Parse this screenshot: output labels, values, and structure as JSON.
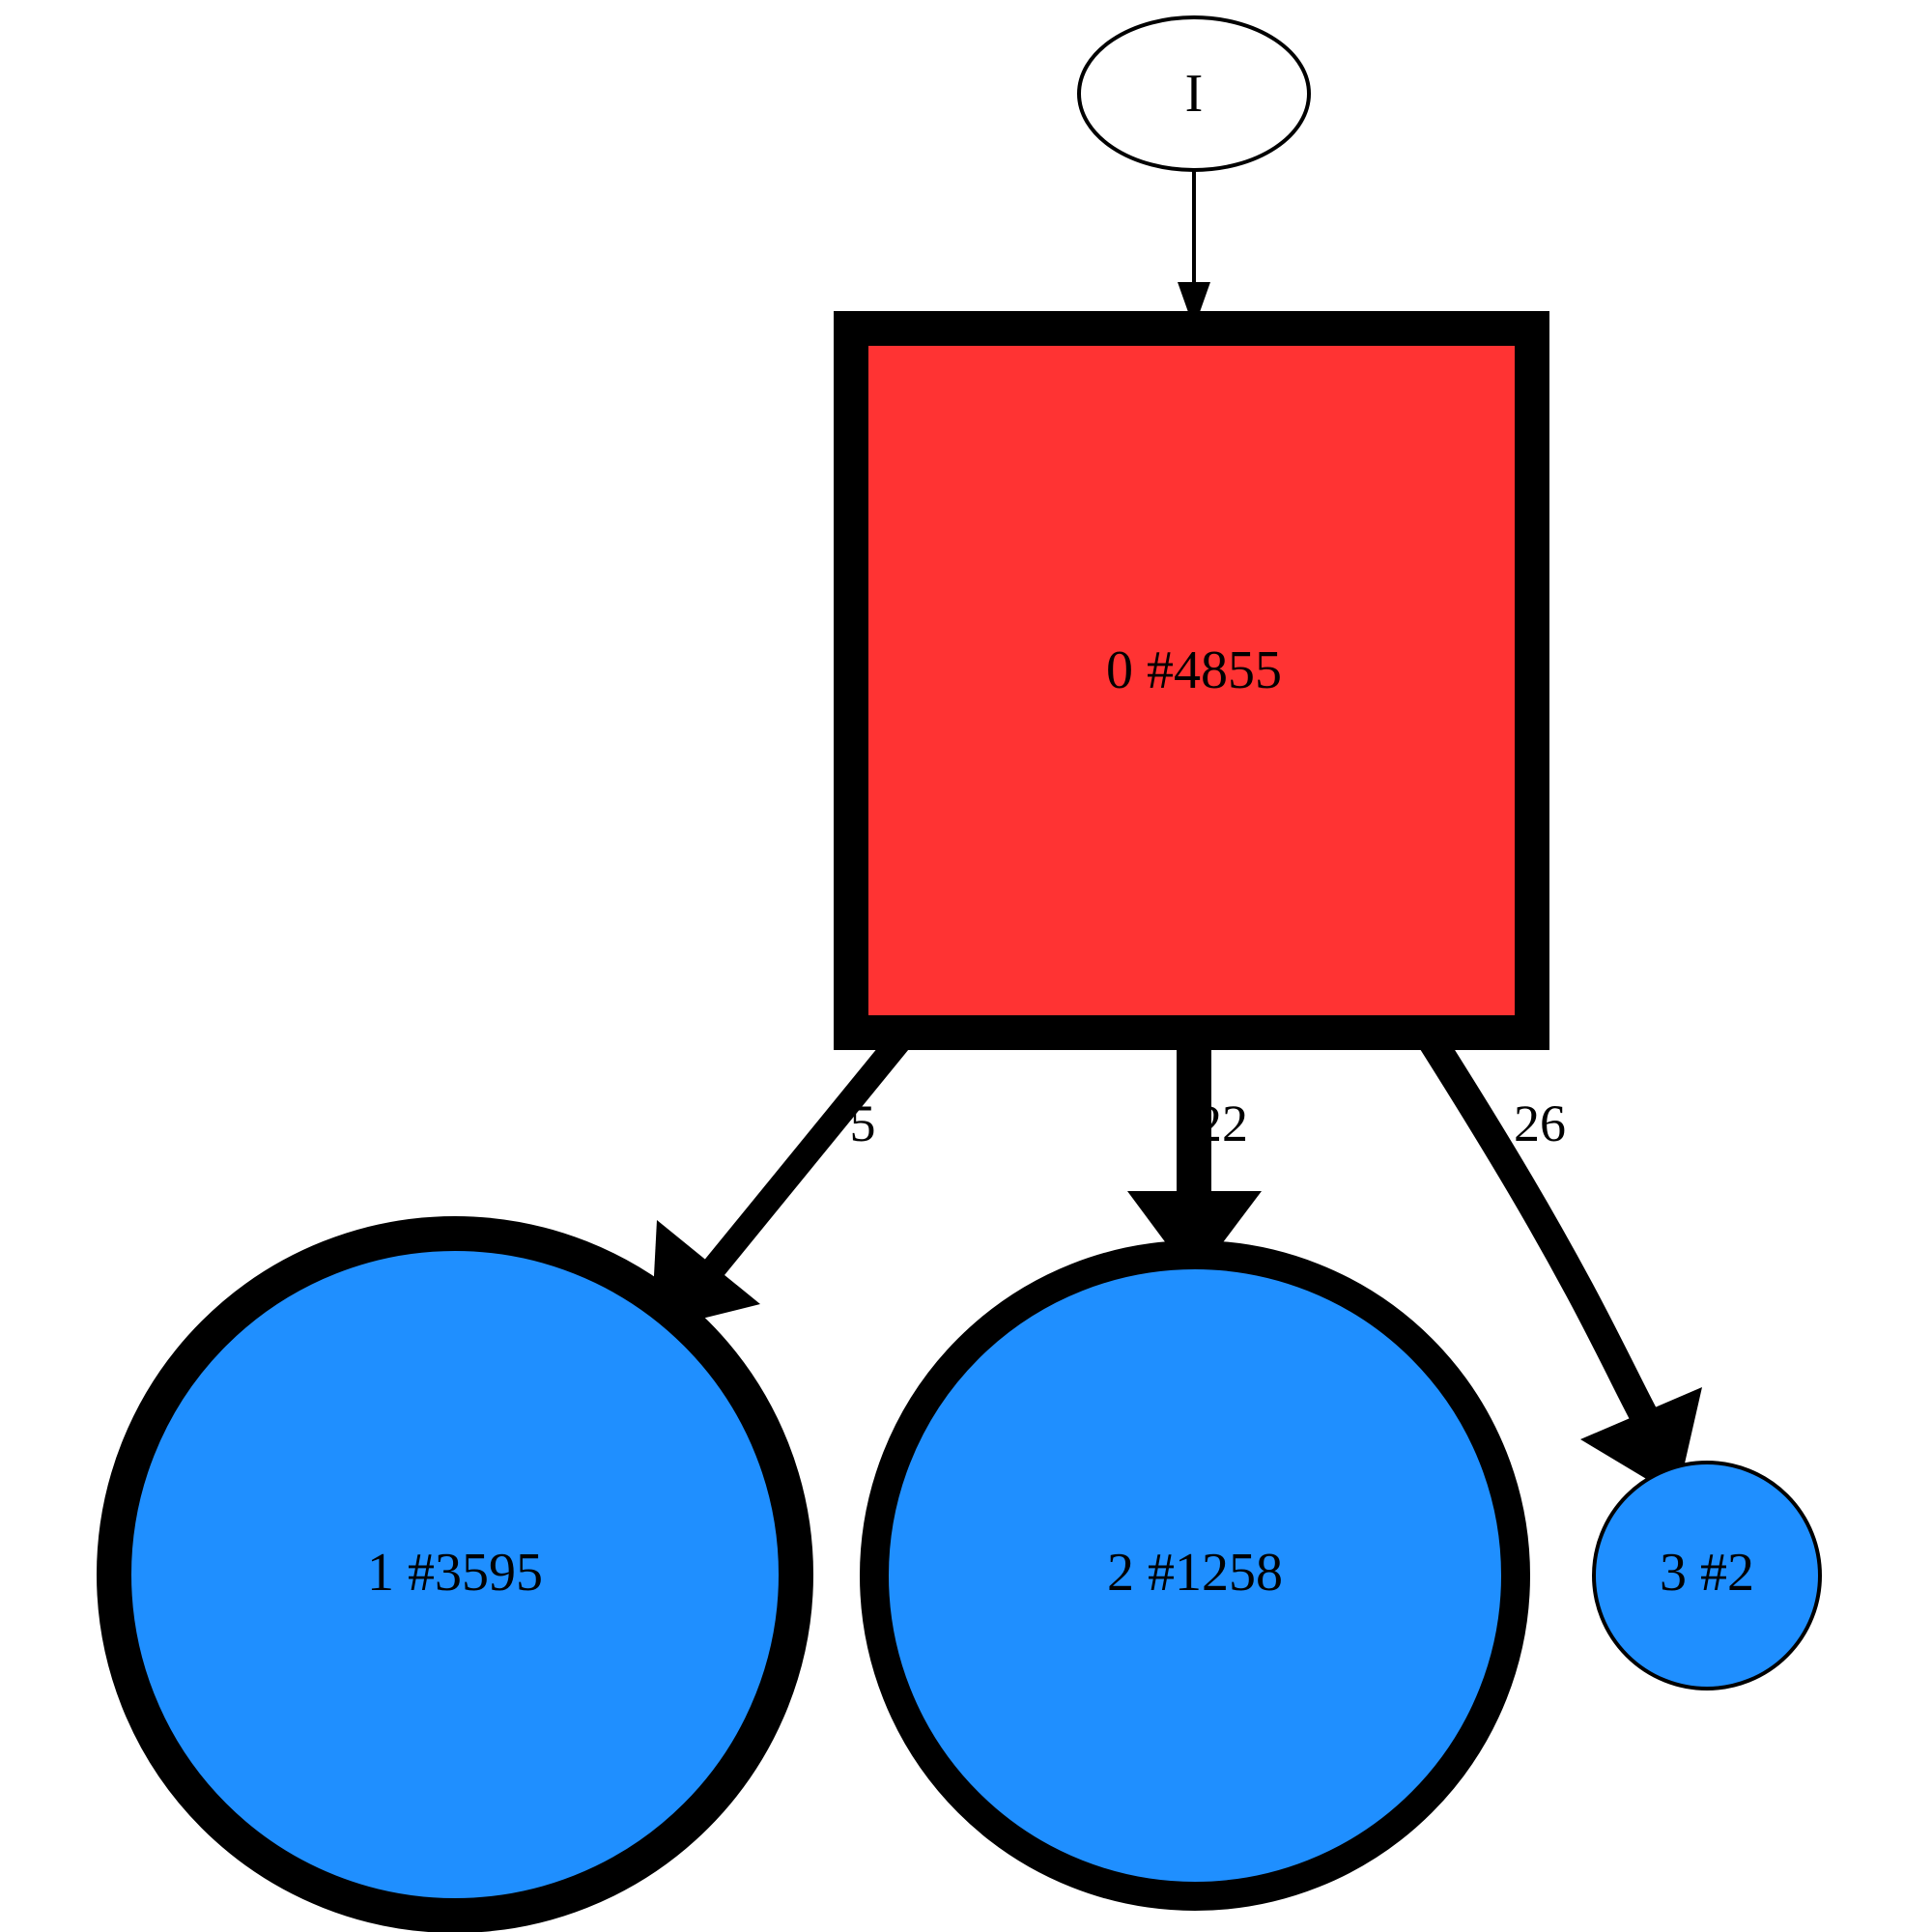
{
  "diagram": {
    "colors": {
      "root_fill": "#ff3333",
      "leaf_fill": "#1f8fff",
      "start_fill": "#ffffff",
      "stroke": "#000000"
    },
    "nodes": {
      "start": {
        "label": "I",
        "shape": "ellipse"
      },
      "n0": {
        "label": "0 #4855",
        "shape": "square"
      },
      "n1": {
        "label": "1 #3595",
        "shape": "circle"
      },
      "n2": {
        "label": "2 #1258",
        "shape": "circle"
      },
      "n3": {
        "label": "3 #2",
        "shape": "circle"
      }
    },
    "edges": {
      "start_to_0": {
        "label": ""
      },
      "e0_to_1": {
        "label": "5"
      },
      "e0_to_2": {
        "label": "22"
      },
      "e0_to_3": {
        "label": "26"
      }
    }
  }
}
